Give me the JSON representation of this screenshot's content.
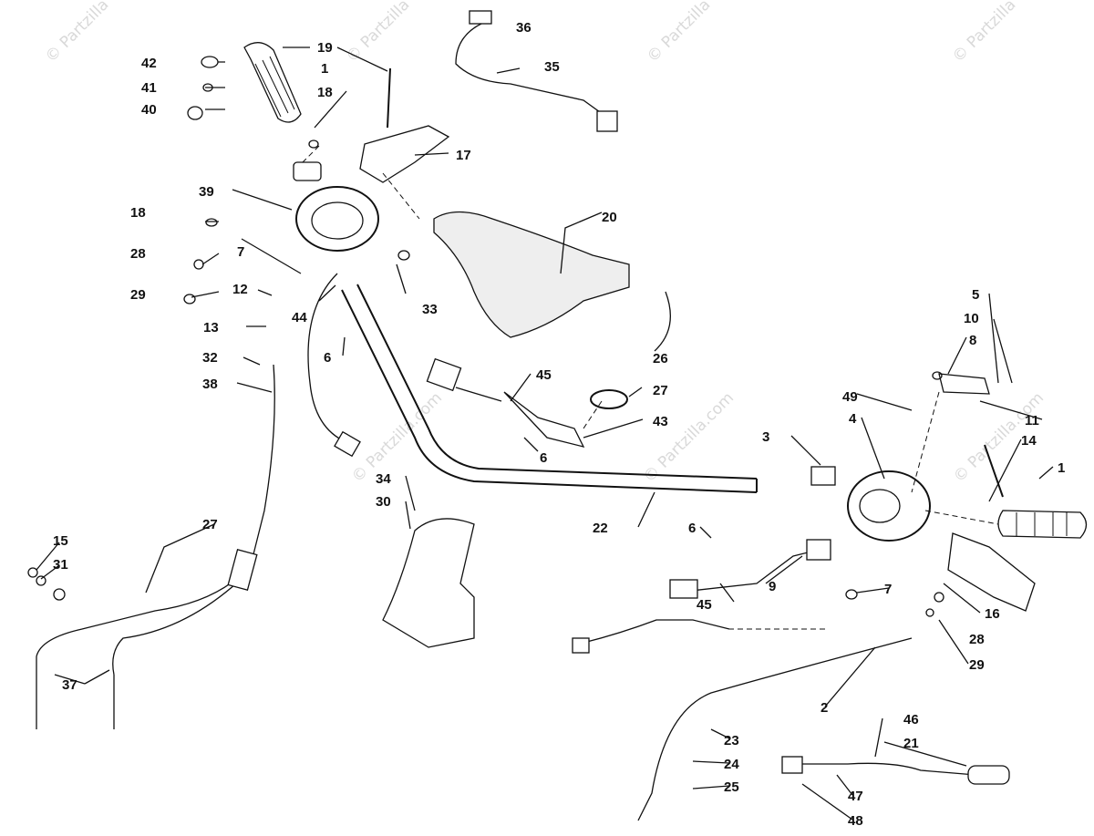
{
  "watermark": {
    "short": "© Partzilla",
    "full": "© Partzilla.com"
  },
  "callouts": [
    {
      "id": "c42",
      "label": "42"
    },
    {
      "id": "c41",
      "label": "41"
    },
    {
      "id": "c40",
      "label": "40"
    },
    {
      "id": "c1a",
      "label": "1"
    },
    {
      "id": "c19",
      "label": "19"
    },
    {
      "id": "c18a",
      "label": "18"
    },
    {
      "id": "c36",
      "label": "36"
    },
    {
      "id": "c35",
      "label": "35"
    },
    {
      "id": "c17",
      "label": "17"
    },
    {
      "id": "c39",
      "label": "39"
    },
    {
      "id": "c18b",
      "label": "18"
    },
    {
      "id": "c7a",
      "label": "7"
    },
    {
      "id": "c28a",
      "label": "28"
    },
    {
      "id": "c29a",
      "label": "29"
    },
    {
      "id": "c12",
      "label": "12"
    },
    {
      "id": "c44",
      "label": "44"
    },
    {
      "id": "c13",
      "label": "13"
    },
    {
      "id": "c33",
      "label": "33"
    },
    {
      "id": "c20",
      "label": "20"
    },
    {
      "id": "c26",
      "label": "26"
    },
    {
      "id": "c6a",
      "label": "6"
    },
    {
      "id": "c32",
      "label": "32"
    },
    {
      "id": "c38",
      "label": "38"
    },
    {
      "id": "c45a",
      "label": "45"
    },
    {
      "id": "c27a",
      "label": "27"
    },
    {
      "id": "c43",
      "label": "43"
    },
    {
      "id": "c6b",
      "label": "6"
    },
    {
      "id": "c34",
      "label": "34"
    },
    {
      "id": "c30",
      "label": "30"
    },
    {
      "id": "c22",
      "label": "22"
    },
    {
      "id": "c15",
      "label": "15"
    },
    {
      "id": "c31",
      "label": "31"
    },
    {
      "id": "c27b",
      "label": "27"
    },
    {
      "id": "c37",
      "label": "37"
    },
    {
      "id": "c5",
      "label": "5"
    },
    {
      "id": "c10",
      "label": "10"
    },
    {
      "id": "c8",
      "label": "8"
    },
    {
      "id": "c49",
      "label": "49"
    },
    {
      "id": "c4",
      "label": "4"
    },
    {
      "id": "c11",
      "label": "11"
    },
    {
      "id": "c3",
      "label": "3"
    },
    {
      "id": "c14",
      "label": "14"
    },
    {
      "id": "c1b",
      "label": "1"
    },
    {
      "id": "c6c",
      "label": "6"
    },
    {
      "id": "c9",
      "label": "9"
    },
    {
      "id": "c45b",
      "label": "45"
    },
    {
      "id": "c7b",
      "label": "7"
    },
    {
      "id": "c16",
      "label": "16"
    },
    {
      "id": "c28b",
      "label": "28"
    },
    {
      "id": "c29b",
      "label": "29"
    },
    {
      "id": "c2",
      "label": "2"
    },
    {
      "id": "c23",
      "label": "23"
    },
    {
      "id": "c24",
      "label": "24"
    },
    {
      "id": "c25",
      "label": "25"
    },
    {
      "id": "c46",
      "label": "46"
    },
    {
      "id": "c21",
      "label": "21"
    },
    {
      "id": "c47",
      "label": "47"
    },
    {
      "id": "c48",
      "label": "48"
    }
  ]
}
